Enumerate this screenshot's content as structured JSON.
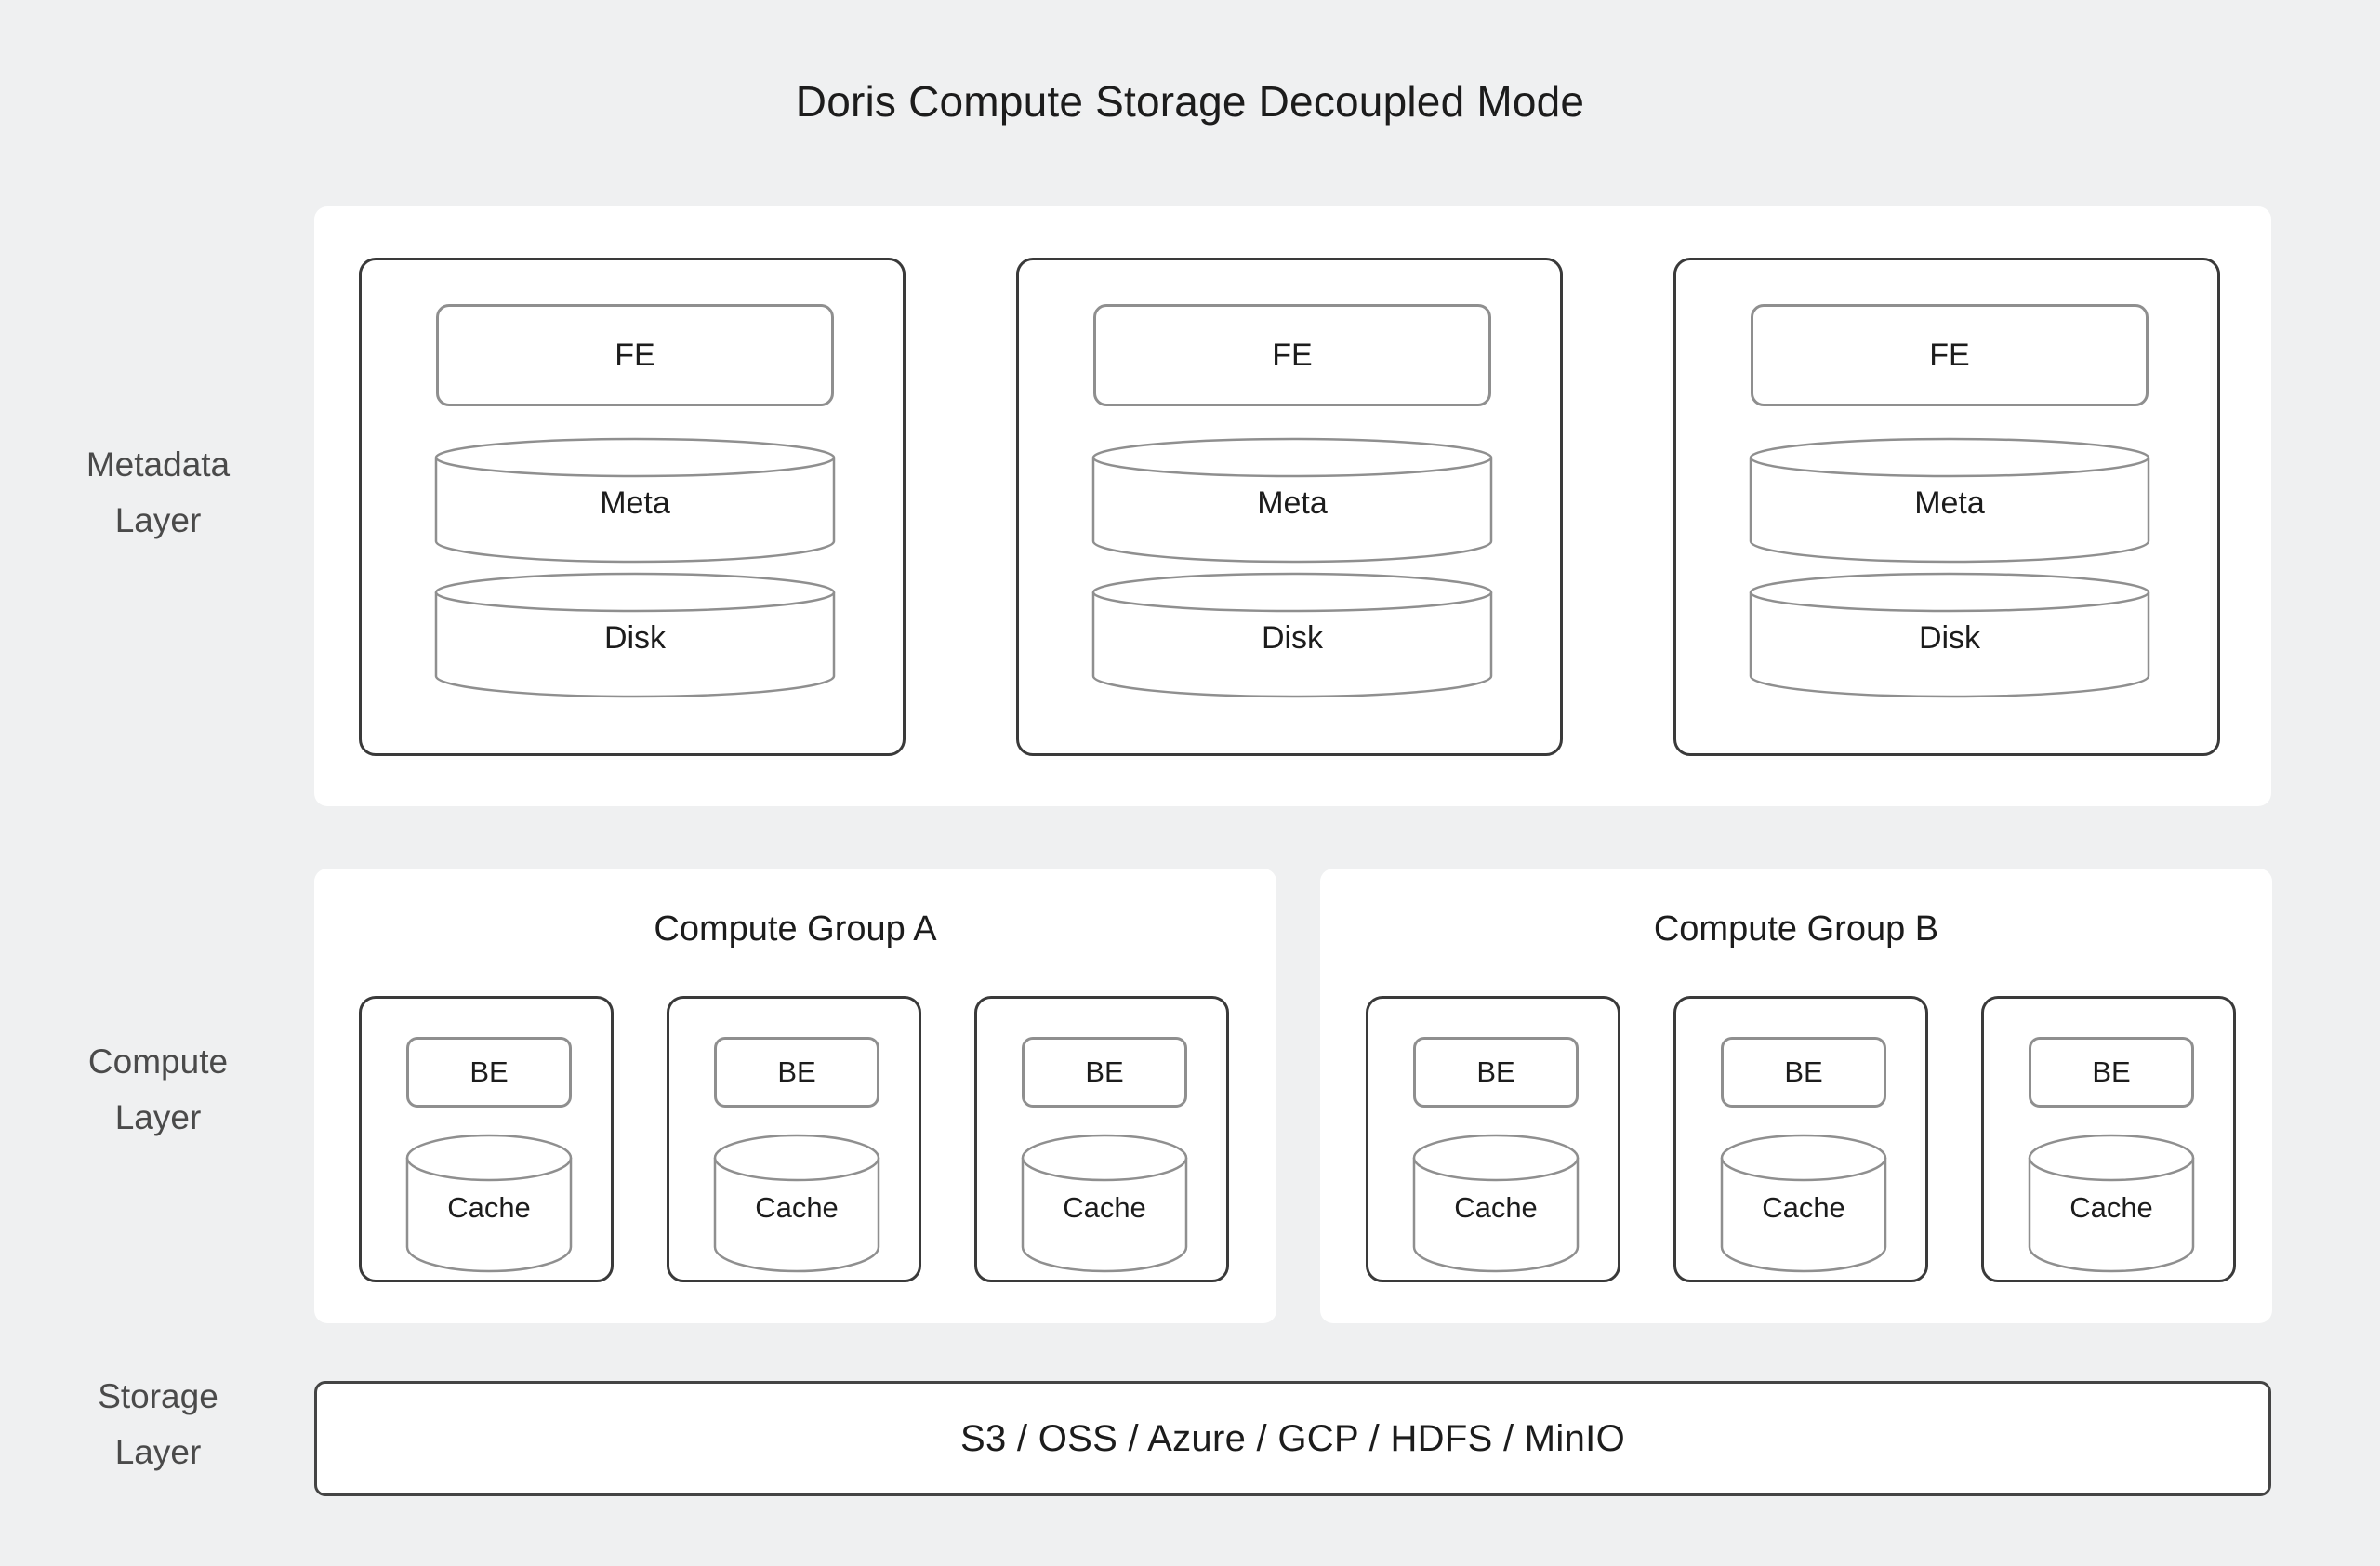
{
  "title": "Doris Compute Storage Decoupled Mode",
  "background_color": "#eff0f1",
  "panel_color": "#ffffff",
  "node_border_color": "#3a3a3a",
  "inner_border_color": "#8f8f8f",
  "label_color": "#4a4a4a",
  "layers": {
    "metadata": {
      "label": "Metadata\nLayer",
      "nodes": [
        {
          "service": "FE",
          "storages": [
            {
              "name": "Meta"
            },
            {
              "name": "Disk"
            }
          ]
        },
        {
          "service": "FE",
          "storages": [
            {
              "name": "Meta"
            },
            {
              "name": "Disk"
            }
          ]
        },
        {
          "service": "FE",
          "storages": [
            {
              "name": "Meta"
            },
            {
              "name": "Disk"
            }
          ]
        }
      ]
    },
    "compute": {
      "label": "Compute\nLayer",
      "groups": [
        {
          "title": "Compute Group A",
          "nodes": [
            {
              "service": "BE",
              "cache": "Cache"
            },
            {
              "service": "BE",
              "cache": "Cache"
            },
            {
              "service": "BE",
              "cache": "Cache"
            }
          ]
        },
        {
          "title": "Compute Group B",
          "nodes": [
            {
              "service": "BE",
              "cache": "Cache"
            },
            {
              "service": "BE",
              "cache": "Cache"
            },
            {
              "service": "BE",
              "cache": "Cache"
            }
          ]
        }
      ]
    },
    "storage": {
      "label": "Storage\nLayer",
      "backends": "S3 / OSS / Azure / GCP / HDFS / MinIO"
    }
  }
}
